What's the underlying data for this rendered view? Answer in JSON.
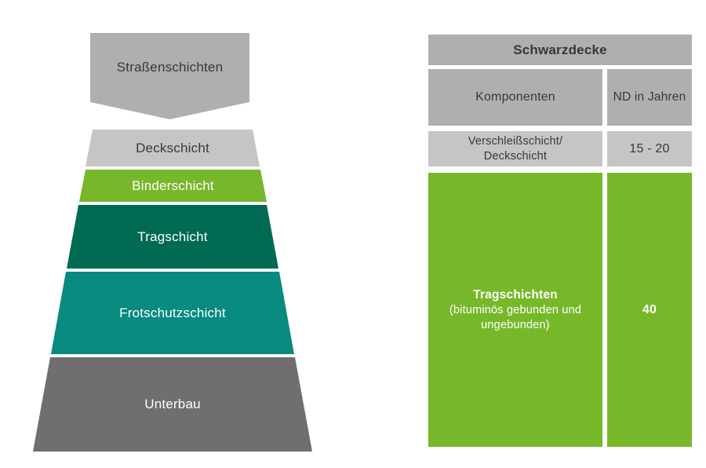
{
  "colors": {
    "banner_gray": "#b0aeaf",
    "header_gray": "#b0aeaf",
    "light_gray": "#c6c5c6",
    "green": "#76b82a",
    "dark_green": "#006a52",
    "teal": "#088a7f",
    "dark_gray": "#706e6f",
    "text_dark": "#3a3836",
    "text_light": "#ffffff"
  },
  "funnel": {
    "banner_label": "Straßenschichten",
    "layers": [
      {
        "label": "Deckschicht",
        "color": "#c6c5c6",
        "text_color": "#3a3836"
      },
      {
        "label": "Binderschicht",
        "color": "#76b82a",
        "text_color": "#ffffff"
      },
      {
        "label": "Tragschicht",
        "color": "#006a52",
        "text_color": "#ffffff"
      },
      {
        "label": "Frotschutzschicht",
        "color": "#088a7f",
        "text_color": "#ffffff"
      },
      {
        "label": "Unterbau",
        "color": "#706e6f",
        "text_color": "#ffffff"
      }
    ]
  },
  "table": {
    "title": "Schwarzdecke",
    "col_komponenten": "Komponenten",
    "col_nd": "ND in Jahren",
    "row_deckschicht": {
      "komponenten_line1": "Verschleißschicht/",
      "komponenten_line2": "Deckschicht",
      "nd": "15 - 20"
    },
    "row_tragschichten": {
      "komponenten_title": "Tragschichten",
      "komponenten_sub": "(bituminös gebunden und ungebunden)",
      "nd": "40"
    }
  }
}
